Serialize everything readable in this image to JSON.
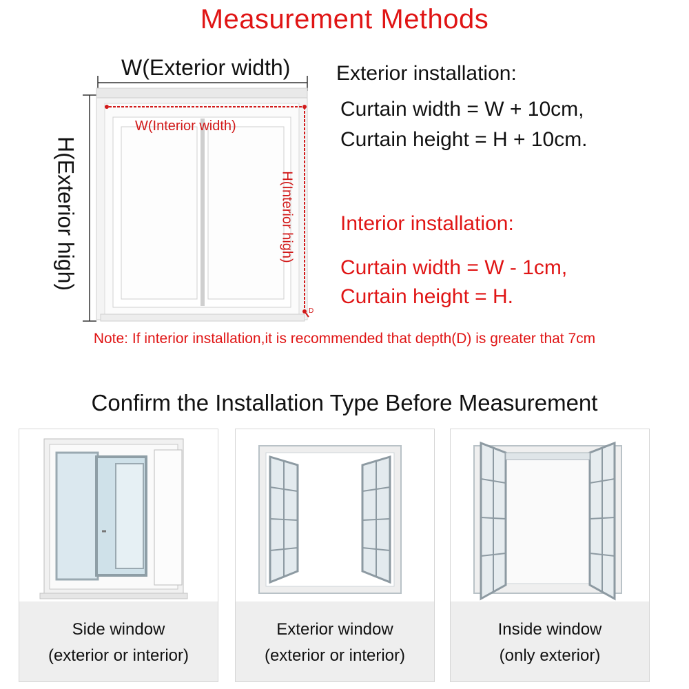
{
  "title": "Measurement Methods",
  "diagram": {
    "ext_width_label": "W(Exterior width)",
    "ext_high_label": "H(Exterior high)",
    "int_width_label": "W(Interior width)",
    "int_high_label": "H(Interior high)",
    "depth_label": "D"
  },
  "exterior": {
    "heading": "Exterior installation:",
    "width_formula": "Curtain width = W + 10cm,",
    "height_formula": "Curtain height = H + 10cm."
  },
  "interior": {
    "heading": "Interior installation:",
    "width_formula": "Curtain width = W - 1cm,",
    "height_formula": "Curtain height = H."
  },
  "note": "Note: If interior installation,it is recommended that depth(D) is greater that 7cm",
  "section_heading": "Confirm the Installation Type Before Measurement",
  "types": [
    {
      "name": "Side window",
      "detail": "(exterior or interior)"
    },
    {
      "name": "Exterior window",
      "detail": "(exterior or interior)"
    },
    {
      "name": "Inside window",
      "detail": "(only exterior)"
    }
  ],
  "colors": {
    "accent": "#e01515",
    "text": "#111111",
    "caption_bg": "#eeeeee"
  }
}
